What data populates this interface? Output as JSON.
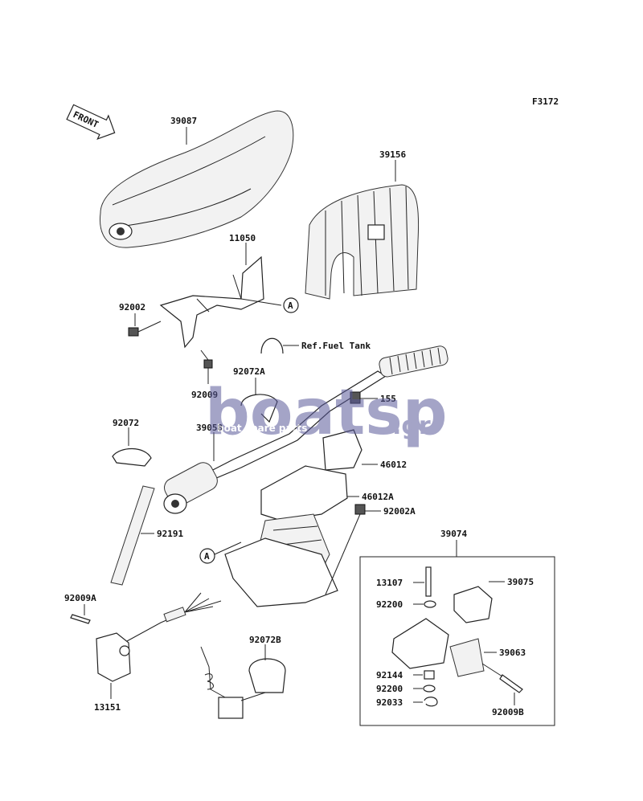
{
  "figure_code": "F3172",
  "front_label": "FRONT",
  "ref_label": "Ref.Fuel Tank",
  "callout_a": "A",
  "watermark": {
    "brand": "boatsp",
    "tld": ".gr",
    "tagline": "boat spare parts",
    "color": "#5a5a9a"
  },
  "parts": {
    "p39087": "39087",
    "p39156": "39156",
    "p11050": "11050",
    "p92002": "92002",
    "p92009": "92009",
    "p92072A": "92072A",
    "p155": "155",
    "p92072": "92072",
    "p39058": "39058",
    "p46012": "46012",
    "p46012A": "46012A",
    "p92002A": "92002A",
    "p92191": "92191",
    "p39074": "39074",
    "p13107": "13107",
    "p39075": "39075",
    "p92200a": "92200",
    "p39063": "39063",
    "p92009A": "92009A",
    "p92072B": "92072B",
    "p92144": "92144",
    "p92200b": "92200",
    "p92033": "92033",
    "p92009B": "92009B",
    "p13151": "13151"
  }
}
